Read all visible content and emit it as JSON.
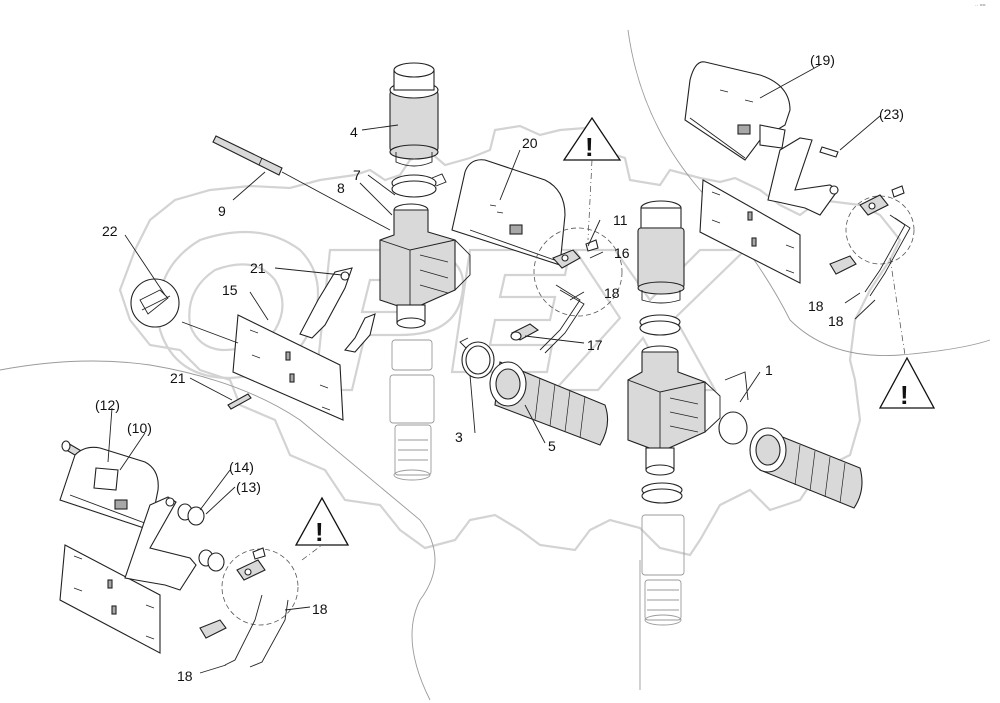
{
  "diagram": {
    "watermark_text": "OPEX",
    "corner_mark": "·· ==",
    "warning_symbol": "!",
    "callouts": {
      "c1": "1",
      "c3": "3",
      "c4": "4",
      "c5": "5",
      "c7": "7",
      "c8": "8",
      "c9": "9",
      "c10": "(10)",
      "c11": "11",
      "c12": "(12)",
      "c13": "(13)",
      "c14": "(14)",
      "c15": "15",
      "c16": "16",
      "c17": "17",
      "c18a": "18",
      "c18b": "18",
      "c18c": "18",
      "c18d": "18",
      "c18e": "18",
      "c19": "(19)",
      "c20": "20",
      "c21a": "21",
      "c21b": "21",
      "c22": "22",
      "c23": "(23)"
    }
  }
}
